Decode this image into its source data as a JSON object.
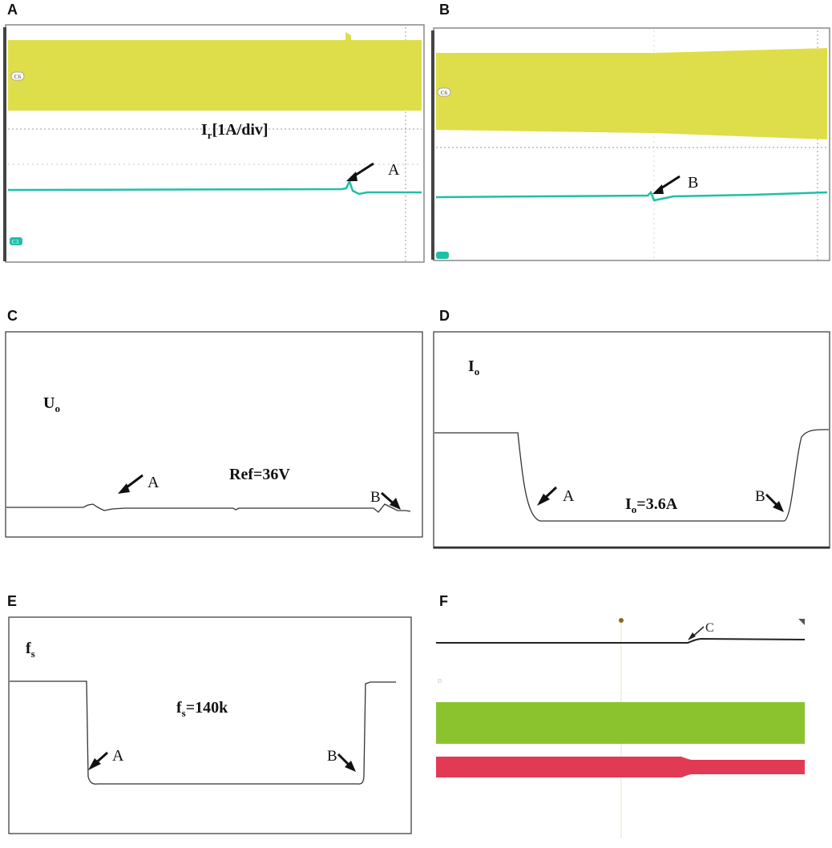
{
  "panels": [
    {
      "letter": "A",
      "type": "oscilloscope",
      "channel_labels": [
        "C6",
        "C3"
      ],
      "annotations": [
        "I",
        "r",
        "[1A/div]",
        "A"
      ],
      "colors": {
        "band": "#dede4a",
        "trace": "#1fbfa6",
        "grid": "#9a9a9a"
      }
    },
    {
      "letter": "B",
      "type": "oscilloscope",
      "channel_labels": [
        "C6"
      ],
      "annotations": [
        "B"
      ],
      "colors": {
        "band": "#dede4a",
        "trace": "#1fbfa6",
        "grid": "#9a9a9a"
      }
    },
    {
      "letter": "C",
      "type": "line",
      "annotations": [
        "U",
        "o",
        "Ref=36V",
        "A",
        "B"
      ]
    },
    {
      "letter": "D",
      "type": "line",
      "annotations": [
        "I",
        "o",
        "I",
        "o",
        "=3.6A",
        "A",
        "B"
      ]
    },
    {
      "letter": "E",
      "type": "line",
      "annotations": [
        "f",
        "s",
        "f",
        "s",
        "=140k",
        "A",
        "B"
      ]
    },
    {
      "letter": "F",
      "type": "oscilloscope",
      "annotations": [
        "C"
      ],
      "colors": {
        "green": "#8bc32f",
        "red": "#e23a55",
        "trace": "#222222"
      }
    }
  ],
  "chart_data": [
    {
      "type": "line",
      "panel": "A",
      "series": [
        {
          "values": [
            0,
            0,
            0,
            0.3,
            0
          ]
        }
      ]
    },
    {
      "type": "line",
      "panel": "B",
      "series": [
        {
          "values": [
            0,
            0,
            -0.1,
            0.1,
            0.15
          ]
        }
      ]
    },
    {
      "type": "line",
      "panel": "C",
      "ref_label": "Ref=36V"
    },
    {
      "type": "line",
      "panel": "D",
      "level_label": "Io=3.6A"
    },
    {
      "type": "line",
      "panel": "E",
      "level_label": "fs=140k"
    }
  ]
}
